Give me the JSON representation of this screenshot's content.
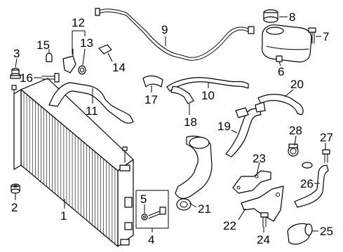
{
  "callouts": [
    {
      "id": "c1",
      "text": "1"
    },
    {
      "id": "c2",
      "text": "2"
    },
    {
      "id": "c3",
      "text": "3"
    },
    {
      "id": "c4",
      "text": "4"
    },
    {
      "id": "c5",
      "text": "5"
    },
    {
      "id": "c6",
      "text": "6"
    },
    {
      "id": "c7",
      "text": "7"
    },
    {
      "id": "c8",
      "text": "8"
    },
    {
      "id": "c9",
      "text": "9"
    },
    {
      "id": "c10",
      "text": "10"
    },
    {
      "id": "c11",
      "text": "11"
    },
    {
      "id": "c12",
      "text": "12"
    },
    {
      "id": "c13",
      "text": "13"
    },
    {
      "id": "c14",
      "text": "14"
    },
    {
      "id": "c15",
      "text": "15"
    },
    {
      "id": "c16",
      "text": "16"
    },
    {
      "id": "c17",
      "text": "17"
    },
    {
      "id": "c18",
      "text": "18"
    },
    {
      "id": "c19",
      "text": "19"
    },
    {
      "id": "c20",
      "text": "20"
    },
    {
      "id": "c21",
      "text": "21"
    },
    {
      "id": "c22",
      "text": "22"
    },
    {
      "id": "c23",
      "text": "23"
    },
    {
      "id": "c24",
      "text": "24"
    },
    {
      "id": "c25",
      "text": "25"
    },
    {
      "id": "c26",
      "text": "26"
    },
    {
      "id": "c27",
      "text": "27"
    },
    {
      "id": "c28",
      "text": "28"
    }
  ]
}
